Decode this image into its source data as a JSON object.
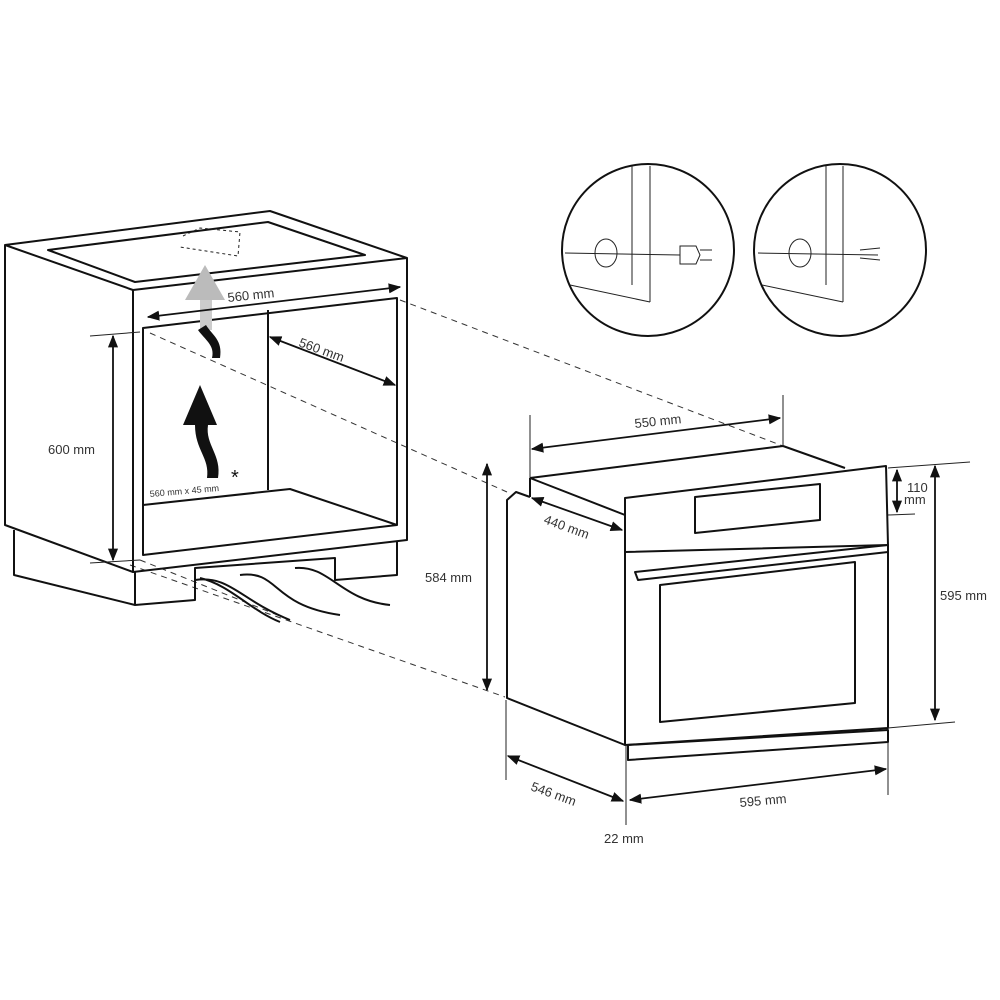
{
  "cabinet": {
    "width_label": "560 mm",
    "depth_label": "560 mm",
    "height_label": "600 mm",
    "vent_label": "560 mm x 45 mm",
    "vent_note_mark": "*"
  },
  "oven": {
    "top_width_label": "550 mm",
    "top_depth_label": "440 mm",
    "body_height_label": "584 mm",
    "panel_height_label_1": "110",
    "panel_height_label_2": "mm",
    "front_height_label": "595 mm",
    "depth_label": "546 mm",
    "front_width_label": "595 mm",
    "front_thickness_label": "22 mm"
  },
  "details": [
    {
      "name": "plug-connection"
    },
    {
      "name": "cable-connection"
    }
  ]
}
